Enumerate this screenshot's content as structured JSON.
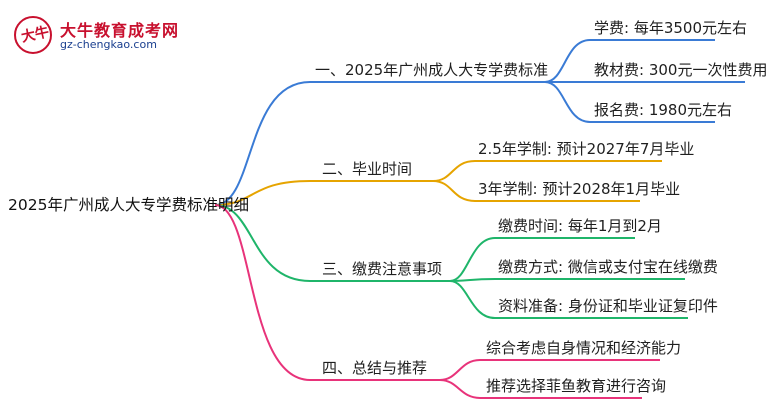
{
  "brand": {
    "name": "大牛教育成考网",
    "url": "gz-chengkao.com",
    "badge_text": "大牛"
  },
  "root": {
    "label": "2025年广州成人大专学费标准明细"
  },
  "branches": [
    {
      "label": "一、2025年广州成人大专学费标准",
      "color": "#3a7bd5",
      "children": [
        "学费: 每年3500元左右",
        "教材费: 300元一次性费用",
        "报名费: 1980元左右"
      ]
    },
    {
      "label": "二、毕业时间",
      "color": "#e6a400",
      "children": [
        "2.5年学制: 预计2027年7月毕业",
        "3年学制: 预计2028年1月毕业"
      ]
    },
    {
      "label": "三、缴费注意事项",
      "color": "#1fb56a",
      "children": [
        "缴费时间: 每年1月到2月",
        "缴费方式: 微信或支付宝在线缴费",
        "资料准备: 身份证和毕业证复印件"
      ]
    },
    {
      "label": "四、总结与推荐",
      "color": "#e8337a",
      "children": [
        "综合考虑自身情况和经济能力",
        "推荐选择菲鱼教育进行咨询"
      ]
    }
  ]
}
